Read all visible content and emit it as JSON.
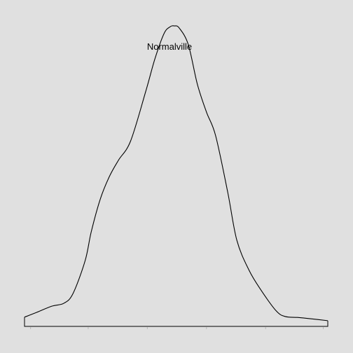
{
  "chart_data": {
    "type": "area",
    "title": "",
    "xlabel": "",
    "ylabel": "",
    "annotation": "Normalville",
    "grid": false,
    "legend": "none",
    "xlim": [
      0,
      100
    ],
    "ylim": [
      0,
      100
    ],
    "x_ticks": [
      2,
      21,
      40.5,
      60,
      79.5,
      98.5
    ],
    "colors": {
      "panel": "#e0e0e0",
      "line": "#000000"
    },
    "series": [
      {
        "x": [
          0,
          4,
          9,
          13,
          16,
          20,
          22,
          25,
          28,
          31,
          35,
          40,
          43,
          46,
          48,
          49.4,
          51,
          54,
          57,
          60,
          63,
          67,
          70,
          74,
          78,
          83,
          86,
          90,
          94,
          100
        ],
        "y": [
          1.7,
          3.3,
          5.4,
          6.4,
          9.7,
          20.8,
          30.5,
          41.6,
          49.2,
          54.7,
          61.2,
          78,
          88.9,
          97.4,
          99.7,
          100,
          99.3,
          93.7,
          80.3,
          70.9,
          63,
          43.9,
          27.7,
          17.6,
          10.8,
          3.8,
          1.9,
          1.6,
          1.2,
          0.5
        ]
      }
    ]
  }
}
